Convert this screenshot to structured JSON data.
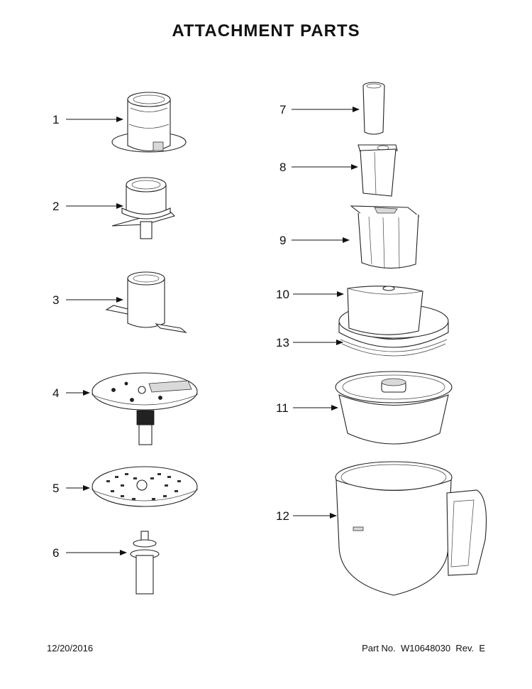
{
  "title": "ATTACHMENT PARTS",
  "callouts": [
    {
      "id": "1",
      "label": "1"
    },
    {
      "id": "2",
      "label": "2"
    },
    {
      "id": "3",
      "label": "3"
    },
    {
      "id": "4",
      "label": "4"
    },
    {
      "id": "5",
      "label": "5"
    },
    {
      "id": "6",
      "label": "6"
    },
    {
      "id": "7",
      "label": "7"
    },
    {
      "id": "8",
      "label": "8"
    },
    {
      "id": "9",
      "label": "9"
    },
    {
      "id": "10",
      "label": "10"
    },
    {
      "id": "13",
      "label": "13"
    },
    {
      "id": "11",
      "label": "11"
    },
    {
      "id": "12",
      "label": "12"
    }
  ],
  "footer": {
    "date": "12/20/2016",
    "part_number": "Part No.  W10648030  Rev.  E"
  }
}
